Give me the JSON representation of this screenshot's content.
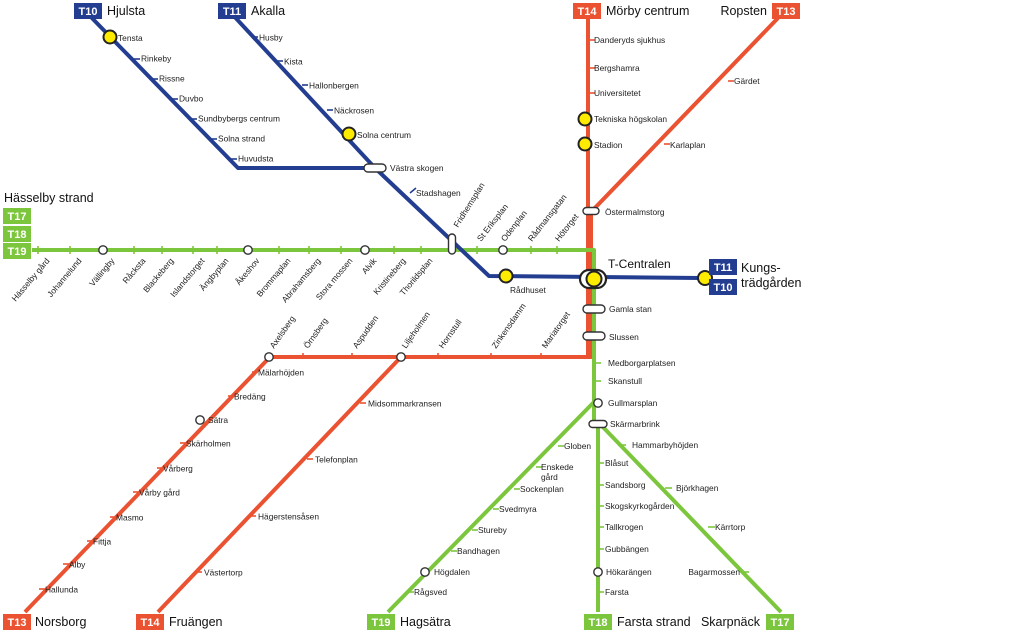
{
  "colors": {
    "red": "#ea5231",
    "blue": "#233d90",
    "green": "#7cc63d",
    "interchange": "#ffeb00"
  },
  "lines": {
    "T10": {
      "label": "T10",
      "color": "#233d90",
      "terminals": [
        "Hjulsta",
        "Kungsträdgården"
      ]
    },
    "T11": {
      "label": "T11",
      "color": "#233d90",
      "terminals": [
        "Akalla",
        "Kungsträdgården"
      ]
    },
    "T13": {
      "label": "T13",
      "color": "#ea5231",
      "terminals": [
        "Norsborg",
        "Ropsten"
      ]
    },
    "T14": {
      "label": "T14",
      "color": "#ea5231",
      "terminals": [
        "Fruängen",
        "Mörby centrum"
      ]
    },
    "T17": {
      "label": "T17",
      "color": "#7cc63d",
      "terminals": [
        "Hässelby strand",
        "Skarpnäck"
      ]
    },
    "T18": {
      "label": "T18",
      "color": "#7cc63d",
      "terminals": [
        "Hässelby strand",
        "Farsta strand"
      ]
    },
    "T19": {
      "label": "T19",
      "color": "#7cc63d",
      "terminals": [
        "Hässelby strand",
        "Hagsätra"
      ]
    }
  },
  "terminals": {
    "hjulsta": "Hjulsta",
    "akalla": "Akalla",
    "morby": "Mörby centrum",
    "ropsten": "Ropsten",
    "hasselby": "Hässelby strand",
    "kungstradgarden": [
      "Kungs-",
      "trädgården"
    ],
    "norsborg": "Norsborg",
    "fruangen": "Fruängen",
    "hagsatra": "Hagsätra",
    "farsta_strand": "Farsta strand",
    "skarpnack": "Skarpnäck"
  },
  "hub_label": "T-Centralen",
  "stations": {
    "t10_branch": [
      "Tensta",
      "Rinkeby",
      "Rissne",
      "Duvbo",
      "Sundbybergs centrum",
      "Solna strand",
      "Huvudsta"
    ],
    "t11_branch": [
      "Husby",
      "Kista",
      "Hallonbergen",
      "Näckrosen",
      "Solna centrum"
    ],
    "blue_trunk": [
      "Västra skogen",
      "Stadshagen",
      "Fridhemsplan",
      "Rådhuset"
    ],
    "green_west": [
      "Hässelby gård",
      "Johannelund",
      "Vällingby",
      "Råcksta",
      "Blackeberg",
      "Islandstorget",
      "Ängbyplan",
      "Åkeshov",
      "Brommaplan",
      "Abrahamsberg",
      "Stora mossen",
      "Alvik",
      "Kristineberg",
      "Thorildsplan"
    ],
    "green_trunk": [
      "St Eriksplan",
      "Odenplan",
      "Rådmansgatan",
      "Hötorget"
    ],
    "t14_north": [
      "Danderyds sjukhus",
      "Bergshamra",
      "Universitetet",
      "Tekniska högskolan",
      "Stadion",
      "Östermalmstorg"
    ],
    "t13_north": [
      "Gärdet",
      "Karlaplan"
    ],
    "central_south": [
      "Gamla stan",
      "Slussen"
    ],
    "t13_south": [
      "Mariatorget",
      "Zinkensdamm",
      "Hornstull",
      "Liljeholmen",
      "Aspudden",
      "Örnsberg",
      "Axelsberg",
      "Mälarhöjden",
      "Bredäng",
      "Sätra",
      "Skärholmen",
      "Vårberg",
      "Vårby gård",
      "Masmo",
      "Fittja",
      "Alby",
      "Hallunda"
    ],
    "t14_south": [
      "Midsommarkransen",
      "Telefonplan",
      "Hägerstensåsen",
      "Västertorp"
    ],
    "green_south_trunk": [
      "Medborgarplatsen",
      "Skanstull",
      "Gullmarsplan",
      "Skärmarbrink"
    ],
    "t19_south": [
      "Globen",
      "Enskede gård",
      "Sockenplan",
      "Svedmyra",
      "Stureby",
      "Bandhagen",
      "Högdalen",
      "Rågsved"
    ],
    "t18_south": [
      "Blåsut",
      "Sandsborg",
      "Skogskyrkogården",
      "Tallkrogen",
      "Gubbängen",
      "Hökarängen",
      "Farsta"
    ],
    "t17_south": [
      "Hammarbyhöjden",
      "Björkhagen",
      "Kärrtorp",
      "Bagarmossen"
    ]
  }
}
